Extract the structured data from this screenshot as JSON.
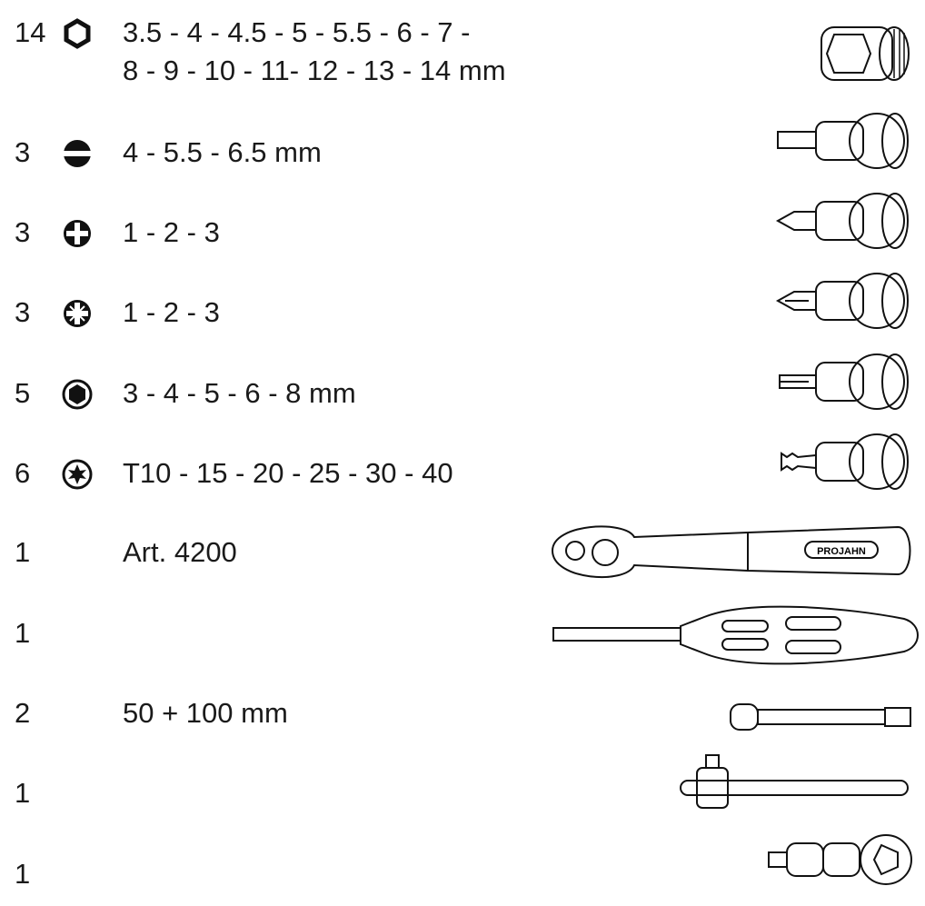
{
  "items": [
    {
      "qty": "14",
      "icon": "hex-socket-icon",
      "line1": "3.5 - 4 - 4.5 - 5 - 5.5 - 6 - 7 -",
      "line2": "8 - 9 - 10 - 11- 12 - 13 - 14 mm"
    },
    {
      "qty": "3",
      "icon": "slotted-icon",
      "line1": "4 - 5.5 - 6.5 mm"
    },
    {
      "qty": "3",
      "icon": "phillips-icon",
      "line1": "1 - 2 - 3"
    },
    {
      "qty": "3",
      "icon": "pozidriv-icon",
      "line1": "1 - 2 - 3"
    },
    {
      "qty": "5",
      "icon": "hex-key-icon",
      "line1": "3 - 4 - 5 - 6 - 8 mm"
    },
    {
      "qty": "6",
      "icon": "torx-icon",
      "line1": "T10 - 15 - 20 - 25 - 30 - 40"
    },
    {
      "qty": "1",
      "line1": "Art. 4200",
      "brand": "PROJAHN"
    },
    {
      "qty": "1"
    },
    {
      "qty": "2",
      "line1": "50 + 100 mm"
    },
    {
      "qty": "1"
    },
    {
      "qty": "1"
    }
  ]
}
